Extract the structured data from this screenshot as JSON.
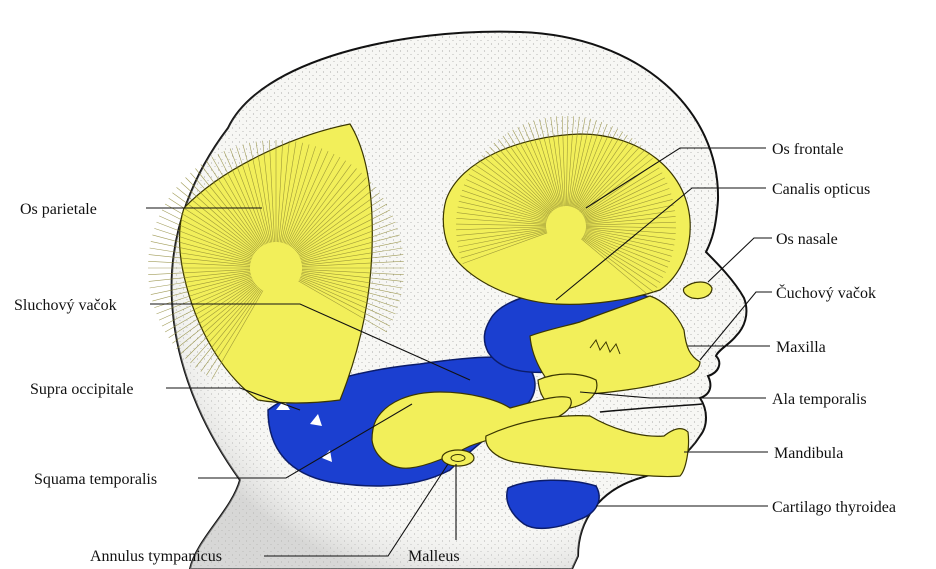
{
  "colors": {
    "bone_yellow": "#f2ef5a",
    "cartilage_blue": "#1b3fd0",
    "skin": "#f4f4f1",
    "outline": "#111111"
  },
  "labels": {
    "os_parietale": "Os parietale",
    "sluchovy_vacok": "Sluchový vačok",
    "supra_occipitale": "Supra occipitale",
    "squama_temporalis": "Squama temporalis",
    "annulus_tympanicus": "Annulus tympanicus",
    "malleus": "Malleus",
    "os_frontale": "Os frontale",
    "canalis_opticus": "Canalis opticus",
    "os_nasale": "Os nasale",
    "cuchovy_vacok": "Čuchový vačok",
    "maxilla": "Maxilla",
    "ala_temporalis": "Ala temporalis",
    "mandibula": "Mandibula",
    "cartilago_thyroidea": "Cartilago thyroidea"
  }
}
